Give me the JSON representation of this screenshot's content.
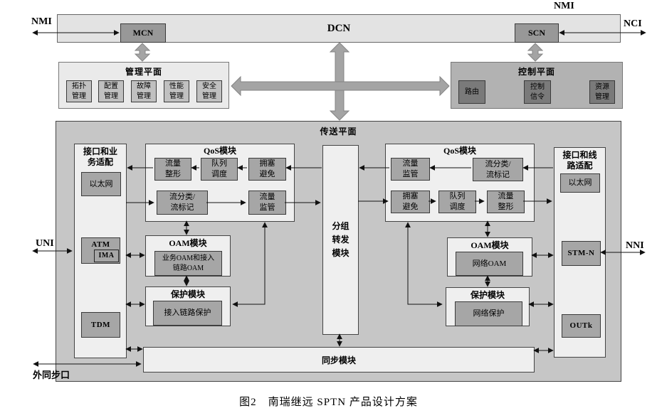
{
  "top": {
    "nmi_left": "NMI",
    "nmi_right": "NMI",
    "nci": "NCI",
    "dcn": "DCN",
    "mcn": "MCN",
    "scn": "SCN"
  },
  "management_plane": {
    "title": "管理平面",
    "modules": [
      {
        "label": "拓扑\n管理"
      },
      {
        "label": "配置\n管理"
      },
      {
        "label": "故障\n管理"
      },
      {
        "label": "性能\n管理"
      },
      {
        "label": "安全\n管理"
      }
    ]
  },
  "control_plane": {
    "title": "控制平面",
    "modules": [
      {
        "label": "路由"
      },
      {
        "label": "控制\n信令"
      },
      {
        "label": "资源\n管理"
      }
    ]
  },
  "transport_plane": {
    "title": "传送平面",
    "left_adapter": {
      "title": "接口和业\n务适配",
      "ethernet": "以太网",
      "atm": "ATM",
      "ima": "IMA",
      "tdm": "TDM"
    },
    "right_adapter": {
      "title": "接口和线\n路适配",
      "ethernet": "以太网",
      "stm_n": "STM-N",
      "outk": "OUTk"
    },
    "qos_left": {
      "title": "QoS模块",
      "shaping": "流量\n整形",
      "queue": "队列\n调度",
      "congestion": "拥塞\n避免",
      "classify": "流分类/\n流标记",
      "police": "流量\n监管"
    },
    "qos_right": {
      "title": "QoS模块",
      "police": "流量\n监管",
      "classify": "流分类/\n流标记",
      "congestion": "拥塞\n避免",
      "queue": "队列\n调度",
      "shaping": "流量\n整形"
    },
    "forwarding": {
      "label": "分组\n转发\n模块"
    },
    "oam_left": {
      "title": "OAM模块",
      "inner": "业务OAM和接入\n链路OAM"
    },
    "oam_right": {
      "title": "OAM模块",
      "inner": "网络OAM"
    },
    "protect_left": {
      "title": "保护模块",
      "inner": "接入链路保护"
    },
    "protect_right": {
      "title": "保护模块",
      "inner": "网络保护"
    },
    "sync": {
      "label": "同步模块"
    }
  },
  "side_labels": {
    "uni": "UNI",
    "nni": "NNI",
    "ext_sync": "外同步口"
  },
  "caption": "图2　南瑞继远 SPTN 产品设计方案",
  "colors": {
    "page_bg": "#ffffff",
    "dcn_bar_bg": "#e3e3e3",
    "node_bg": "#989898",
    "mgmt_bg": "#eaeaea",
    "mgmt_item_bg": "#c0c0c0",
    "ctrl_bg": "#b2b2b2",
    "ctrl_item_bg": "#7a7a7a",
    "transport_bg": "#c6c6c6",
    "module_bg": "#efefef",
    "func_bg": "#a6a6a6",
    "thick_arrow": "#a4a4a4",
    "thick_arrow_edge": "#858585"
  }
}
